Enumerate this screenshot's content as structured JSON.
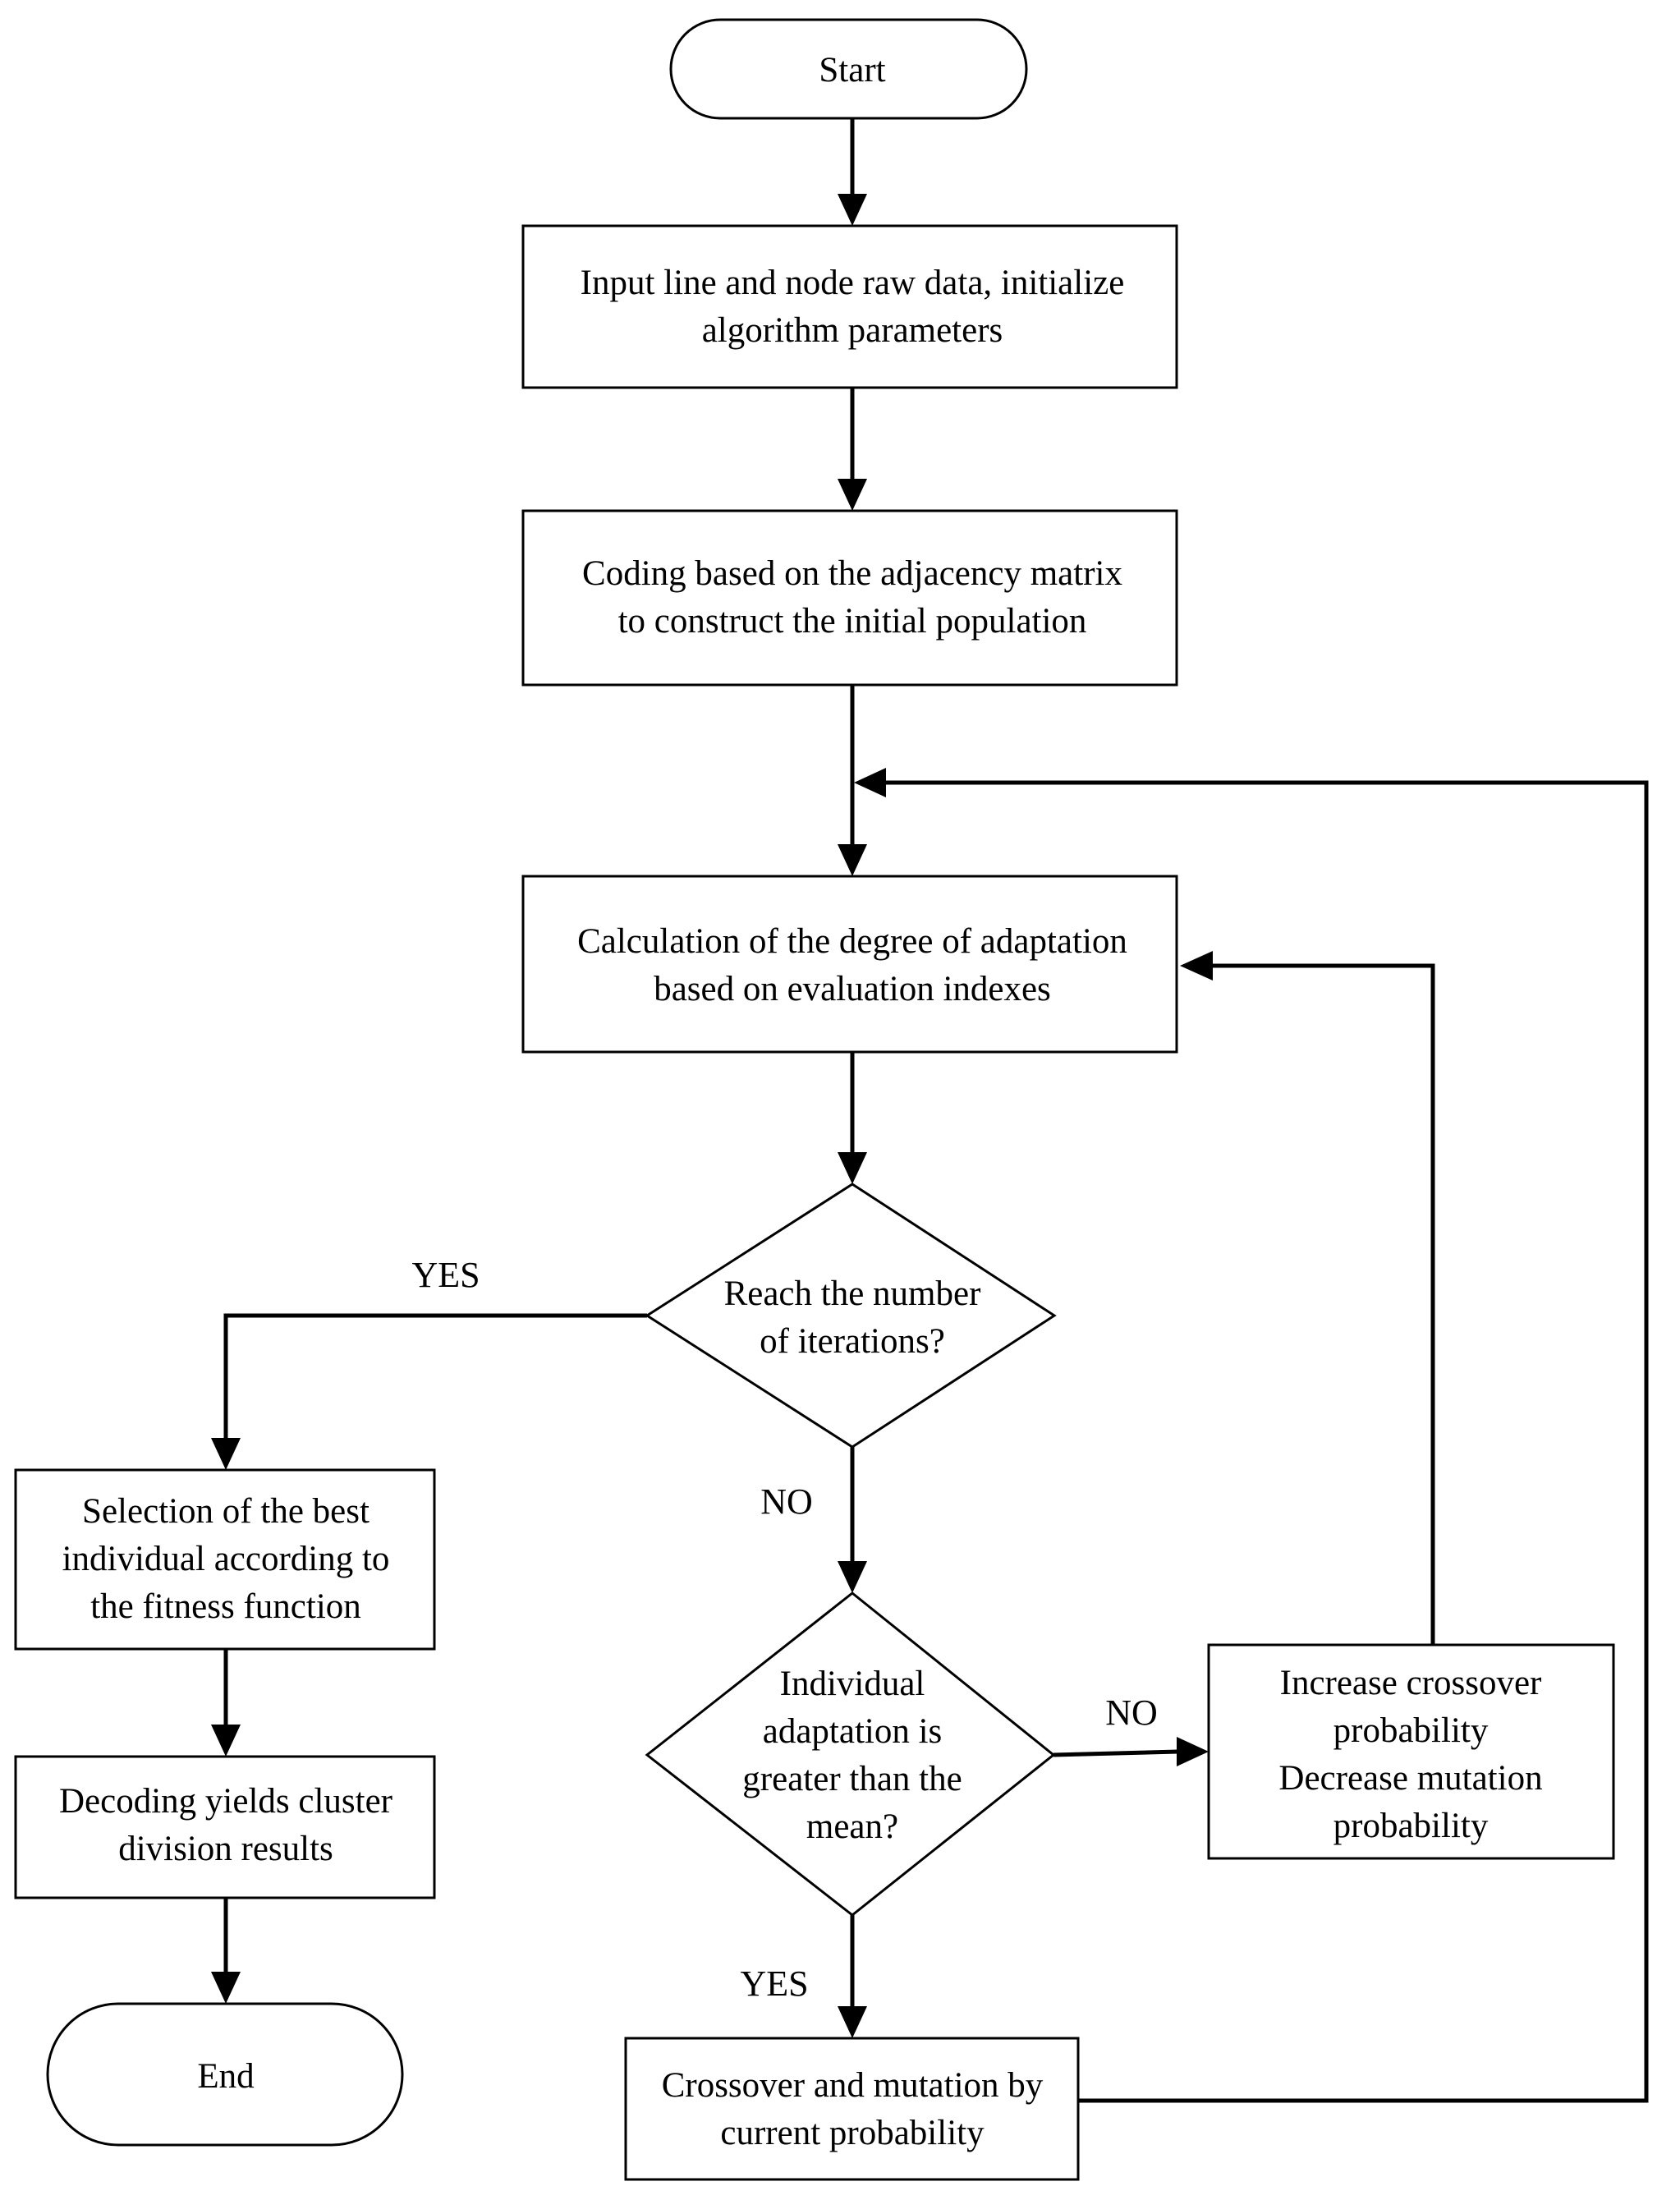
{
  "nodes": {
    "start": "Start",
    "input": [
      "Input line and node raw data, initialize",
      "algorithm parameters"
    ],
    "coding": [
      "Coding based on the adjacency matrix",
      "to construct the initial population"
    ],
    "calc": [
      "Calculation of the degree of adaptation",
      "based on evaluation indexes"
    ],
    "reach": [
      "Reach the number",
      "of iterations?"
    ],
    "select": [
      "Selection of the best",
      "individual according to",
      "the fitness function"
    ],
    "decode": [
      "Decoding yields cluster",
      "division results"
    ],
    "end": "End",
    "individual": [
      "Individual",
      "adaptation is",
      "greater than the",
      "mean?"
    ],
    "increase": [
      "Increase crossover",
      "probability",
      "Decrease mutation",
      "probability"
    ],
    "crossover": [
      "Crossover and mutation by",
      "current probability"
    ]
  },
  "edge_labels": {
    "reach_yes": "YES",
    "reach_no": "NO",
    "individual_no": "NO",
    "individual_yes": "YES"
  }
}
